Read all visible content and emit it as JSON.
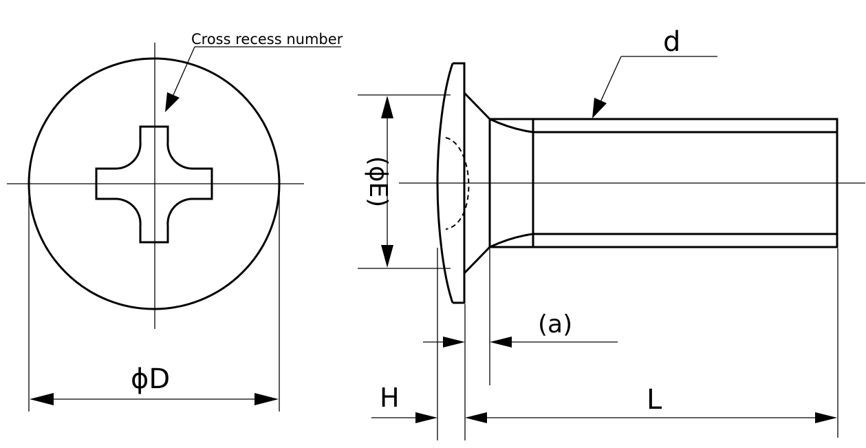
{
  "labels": {
    "cross_recess": "Cross recess number",
    "d": "d",
    "phi_e": "(ϕE)",
    "phi_d": "ϕD",
    "a": "(a)",
    "h": "H",
    "l": "L"
  }
}
